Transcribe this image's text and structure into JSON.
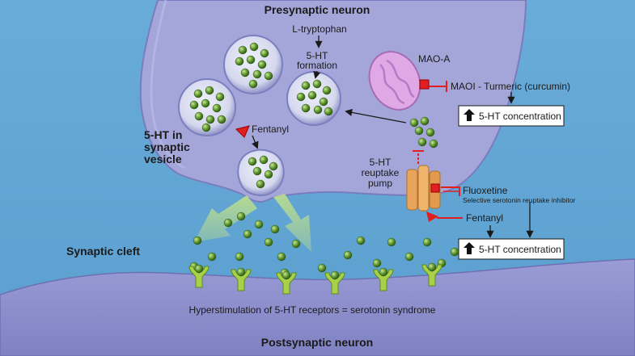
{
  "labels": {
    "presynaptic": "Presynaptic neuron",
    "postsynaptic": "Postsynaptic neuron",
    "synaptic_cleft": "Synaptic cleft",
    "vesicle_line1": "5-HT in",
    "vesicle_line2": "synaptic",
    "vesicle_line3": "vesicle",
    "l_tryptophan": "L-tryptophan",
    "formation_line1": "5-HT",
    "formation_line2": "formation",
    "mao_a": "MAO-A",
    "maoi": "MAOI - Turmeric (curcumin)",
    "concentration_top": "5-HT concentration",
    "concentration_bottom": "5-HT concentration",
    "fentanyl_left": "Fentanyl",
    "fentanyl_right": "Fentanyl",
    "reuptake_line1": "5-HT",
    "reuptake_line2": "reuptake",
    "reuptake_line3": "pump",
    "fluoxetine": "Fluoxetine",
    "ssri": "Selective serotonin reuptake inhibitor",
    "hyperstim": "Hyperstimulation of 5-HT receptors = serotonin syndrome"
  },
  "colors": {
    "background": "#62a6d4",
    "neuron": "#a4a6da",
    "neuron_edge": "#7a7dbd",
    "postsynaptic": "#8688c8",
    "vesicle": "#d9dcee",
    "serotonin": "#6ca23a",
    "receptor": "#a8d04a",
    "mitochondria": "#e1a8e6",
    "inhibitor_red": "#e02020",
    "pump": "#e8a45a"
  }
}
